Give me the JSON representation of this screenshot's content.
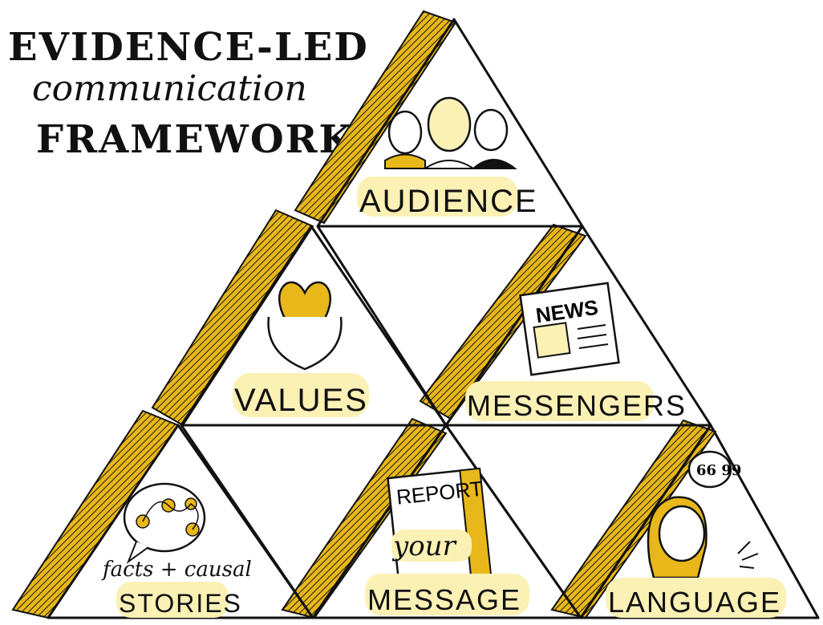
{
  "title": {
    "line1": "EVIDENCE-LED",
    "line2": "communication",
    "line3": "FRAMEWORK"
  },
  "sections": {
    "audience": "AUDIENCE",
    "values": "VALUES",
    "messengers": "MESSENGERS",
    "stories_top": "facts + causal",
    "stories": "STORIES",
    "message_top": "REPORT",
    "message_your": "your",
    "message": "MESSAGE",
    "language": "LANGUAGE"
  },
  "icons": {
    "audience": "people-icon",
    "values": "heart-in-hands-icon",
    "messengers": "newspaper-icon",
    "stories": "story-flow-icon",
    "message": "report-icon",
    "language": "speaking-person-icon"
  },
  "newspaper_headline": "NEWS",
  "quote_mark": "66 99",
  "colors": {
    "ink": "#111111",
    "gold": "#e8b71a",
    "gold_dark": "#b8860b",
    "highlight": "#fbf1b5"
  }
}
